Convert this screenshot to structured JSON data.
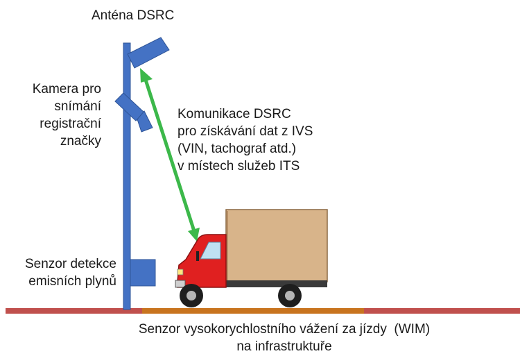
{
  "labels": {
    "antenna": "Anténa DSRC",
    "camera": [
      "Kamera pro",
      "snímání",
      "registrační",
      "značky"
    ],
    "communication": [
      "Komunikace DSRC",
      "pro získávání dat z IVS",
      "(VIN, tachograf atd.)",
      "v místech služeb ITS"
    ],
    "emission_sensor": [
      "Senzor detekce",
      "emisních plynů"
    ],
    "wim_sensor": [
      "Senzor vysokorychlostního vážení za jízdy  (WIM)",
      "na infrastruktuře"
    ]
  },
  "colors": {
    "pole": "#4472c4",
    "arrow": "#3cb84a",
    "road": "#c0504d",
    "wim_strip": "#c8741f",
    "truck_cab": "#e02020",
    "truck_box": "#d8b48a"
  }
}
